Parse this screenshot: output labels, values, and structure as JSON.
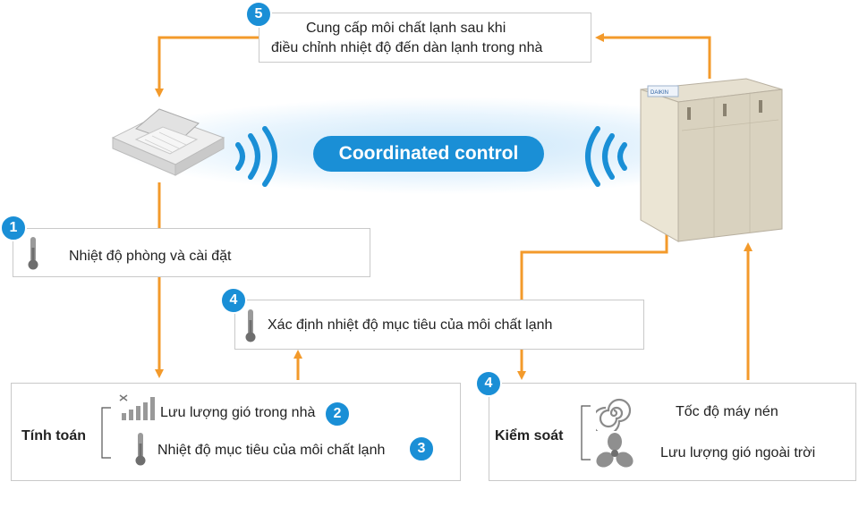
{
  "step5": {
    "number": "5",
    "line1": "Cung cấp môi chất lạnh sau khi",
    "line2": "điều chỉnh nhiệt độ đến dàn lạnh trong nhà"
  },
  "center_label": "Coordinated control",
  "step1": {
    "number": "1",
    "text": "Nhiệt độ phòng và cài đặt"
  },
  "step4_target": {
    "number": "4",
    "text": "Xác định nhiệt độ mục tiêu của môi chất lạnh"
  },
  "calc": {
    "title": "Tính toán",
    "item1": "Lưu lượng gió trong nhà",
    "item1_number": "2",
    "item2": "Nhiệt độ mục tiêu của môi chất lạnh",
    "item2_number": "3"
  },
  "control": {
    "number": "4",
    "title": "Kiểm soát",
    "item1": "Tốc độ máy nén",
    "item2": "Lưu lượng gió ngoài trời"
  },
  "colors": {
    "accent_blue": "#1a8fd6",
    "arrow_orange": "#f39a2b",
    "box_border": "#c9c9c9"
  }
}
